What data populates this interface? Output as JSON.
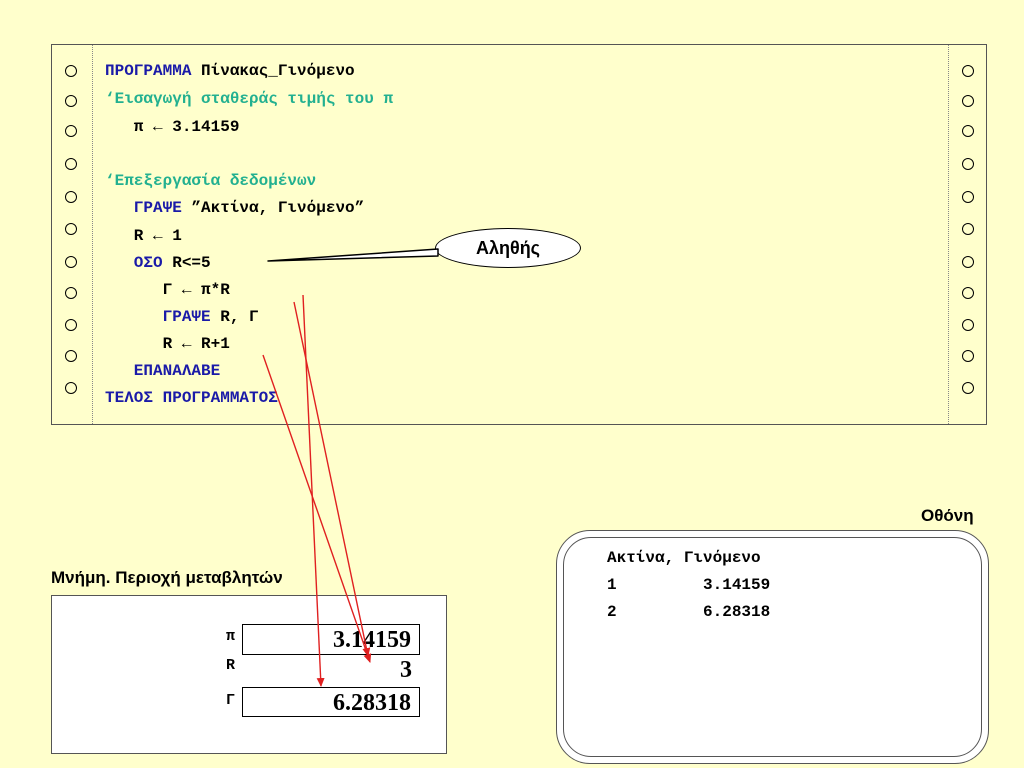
{
  "code": {
    "lines": [
      {
        "kw": "ΠΡΟΓΡΑΜΜΑ",
        "rest": " Πίνακας_Γινόμενο"
      },
      {
        "comment": "‘Εισαγωγή σταθεράς τιμής του π"
      },
      {
        "plain": "   π ← 3.14159"
      },
      {
        "comment": "‘Επεξεργασία δεδομένων"
      },
      {
        "kw": "   ΓΡΑΨΕ",
        "rest": " ”Ακτίνα, Γινόμενο”"
      },
      {
        "plain": "   R ← 1"
      },
      {
        "kw": "   ΟΣΟ",
        "rest": " R<=5"
      },
      {
        "plain": "      Γ ← π*R"
      },
      {
        "kw": "      ΓΡΑΨΕ",
        "rest": " R, Γ"
      },
      {
        "plain": "      R ← R+1"
      },
      {
        "kw": "   ΕΠΑΝΑΛΑΒΕ"
      },
      {
        "kw": "ΤΕΛΟΣ ΠΡΟΓΡΑΜΜΑΤΟΣ"
      }
    ]
  },
  "callout": {
    "text": "Αληθής"
  },
  "memory": {
    "title": "Μνήμη. Περιοχή μεταβλητών",
    "vars": [
      {
        "name": "π",
        "value": "3.14159"
      },
      {
        "name": "R",
        "value": "3"
      },
      {
        "name": "Γ",
        "value": "6.28318"
      }
    ]
  },
  "screen": {
    "title": "Οθόνη",
    "lines": [
      "Ακτίνα, Γινόμενο",
      "1         3.14159",
      "2         6.28318"
    ]
  },
  "colors": {
    "background": "#ffffcc",
    "keyword": "#1a1aa8",
    "comment": "#22b090",
    "arrow": "#e02020"
  }
}
